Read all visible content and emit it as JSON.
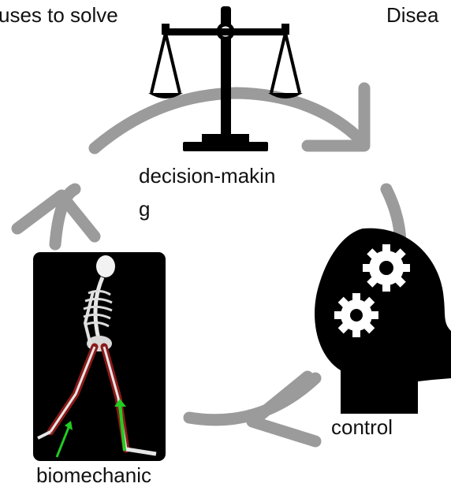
{
  "labels": {
    "top_left": "uses to solve",
    "top_right": "Disea",
    "decision_making": "decision-making",
    "control": "control",
    "biomechanics": "biomechanic"
  },
  "icons": {
    "decision_making": "balance-scale-icon",
    "control": "head-with-gears-icon",
    "biomechanics": "walking-skeleton-icon"
  },
  "colors": {
    "cycle_arrows": "#8a8a8a",
    "icons": "#000000",
    "muscles": "#8b1a1a",
    "force_arrows": "#22cc22"
  }
}
